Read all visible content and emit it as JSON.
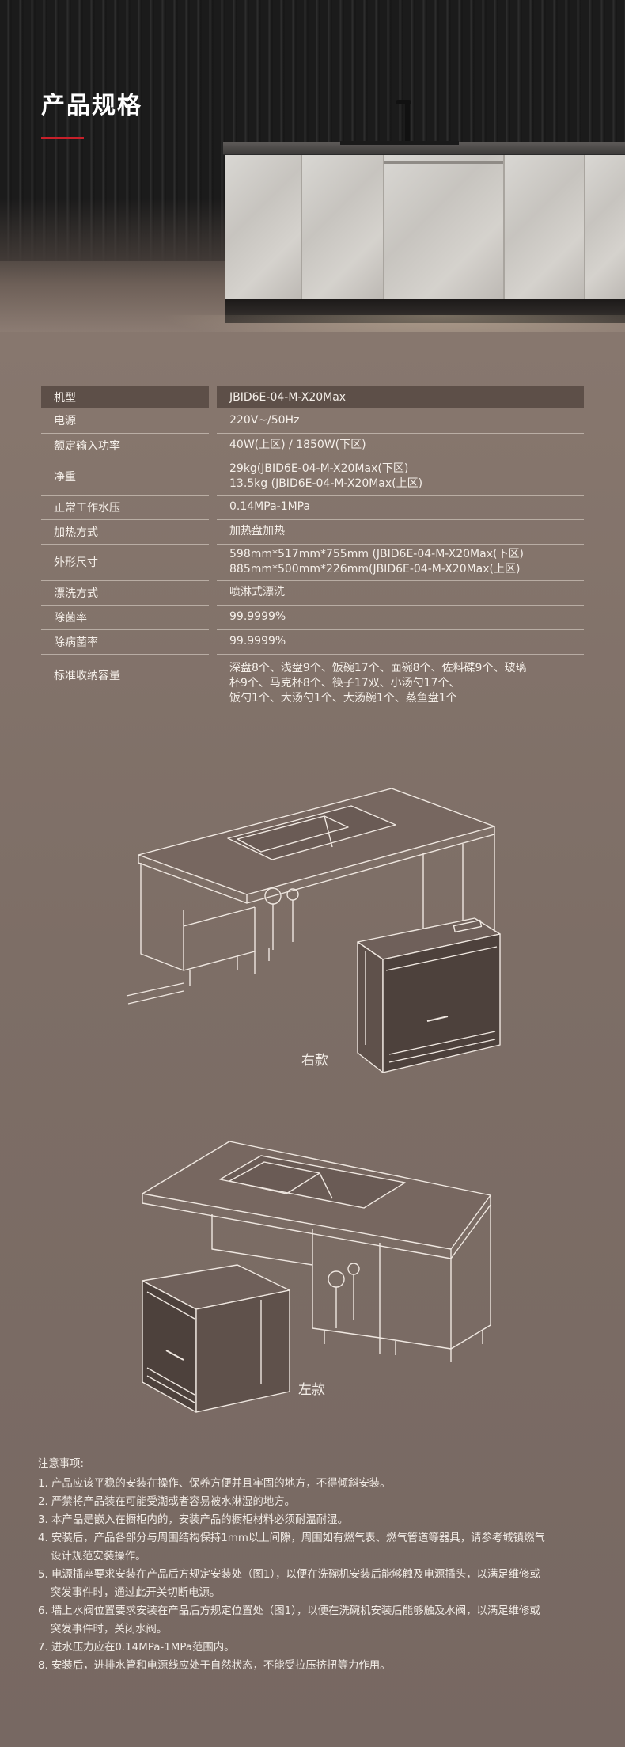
{
  "page": {
    "title": "产品规格"
  },
  "specs": [
    {
      "label": "机型",
      "value": [
        "JBID6E-04-M-X20Max"
      ]
    },
    {
      "label": "电源",
      "value": [
        "220V~/50Hz"
      ]
    },
    {
      "label": "额定输入功率",
      "value": [
        "40W(上区) / 1850W(下区)"
      ]
    },
    {
      "label": "净重",
      "value": [
        "29kg(JBID6E-04-M-X20Max(下区)",
        "13.5kg (JBID6E-04-M-X20Max(上区)"
      ]
    },
    {
      "label": "正常工作水压",
      "value": [
        "0.14MPa-1MPa"
      ]
    },
    {
      "label": "加热方式",
      "value": [
        "加热盘加热"
      ]
    },
    {
      "label": "外形尺寸",
      "value": [
        "598mm*517mm*755mm (JBID6E-04-M-X20Max(下区)",
        "885mm*500mm*226mm(JBID6E-04-M-X20Max(上区)"
      ]
    },
    {
      "label": "漂洗方式",
      "value": [
        "喷淋式漂洗"
      ]
    },
    {
      "label": "除菌率",
      "value": [
        "99.9999%"
      ]
    },
    {
      "label": "除病菌率",
      "value": [
        "99.9999%"
      ]
    },
    {
      "label": "标准收纳容量",
      "value": [
        "深盘8个、浅盘9个、饭碗17个、面碗8个、佐料碟9个、玻璃",
        "杯9个、马克杯8个、筷子17双、小汤勺17个、",
        "饭勺1个、大汤勺1个、大汤碗1个、蒸鱼盘1个"
      ]
    }
  ],
  "illustrations": {
    "right_caption": "右款",
    "left_caption": "左款"
  },
  "notes": {
    "title": "注意事项:",
    "items": [
      [
        "1. 产品应该平稳的安装在操作、保养方便并且牢固的地方，不得倾斜安装。"
      ],
      [
        "2. 严禁将产品装在可能受潮或者容易被水淋湿的地方。"
      ],
      [
        "3. 本产品是嵌入在橱柜内的，安装产品的橱柜材料必须耐温耐湿。"
      ],
      [
        "4. 安装后，产品各部分与周围结构保持1mm以上间隙，周围如有燃气表、燃气管道等器具，请参考城镇燃气",
        "设计规范安装操作。"
      ],
      [
        "5. 电源插座要求安装在产品后方规定安装处（图1），以便在洗碗机安装后能够触及电源插头，以满足维修或",
        "突发事件时，通过此开关切断电源。"
      ],
      [
        "6. 墙上水阀位置要求安装在产品后方规定位置处（图1），以便在洗碗机安装后能够触及水阀，以满足维修或",
        "突发事件时，关闭水阀。"
      ],
      [
        "7. 进水压力应在0.14MPa-1MPa范围内。"
      ],
      [
        "8. 安装后，进排水管和电源线应处于自然状态，不能受拉压挤扭等力作用。"
      ]
    ]
  }
}
